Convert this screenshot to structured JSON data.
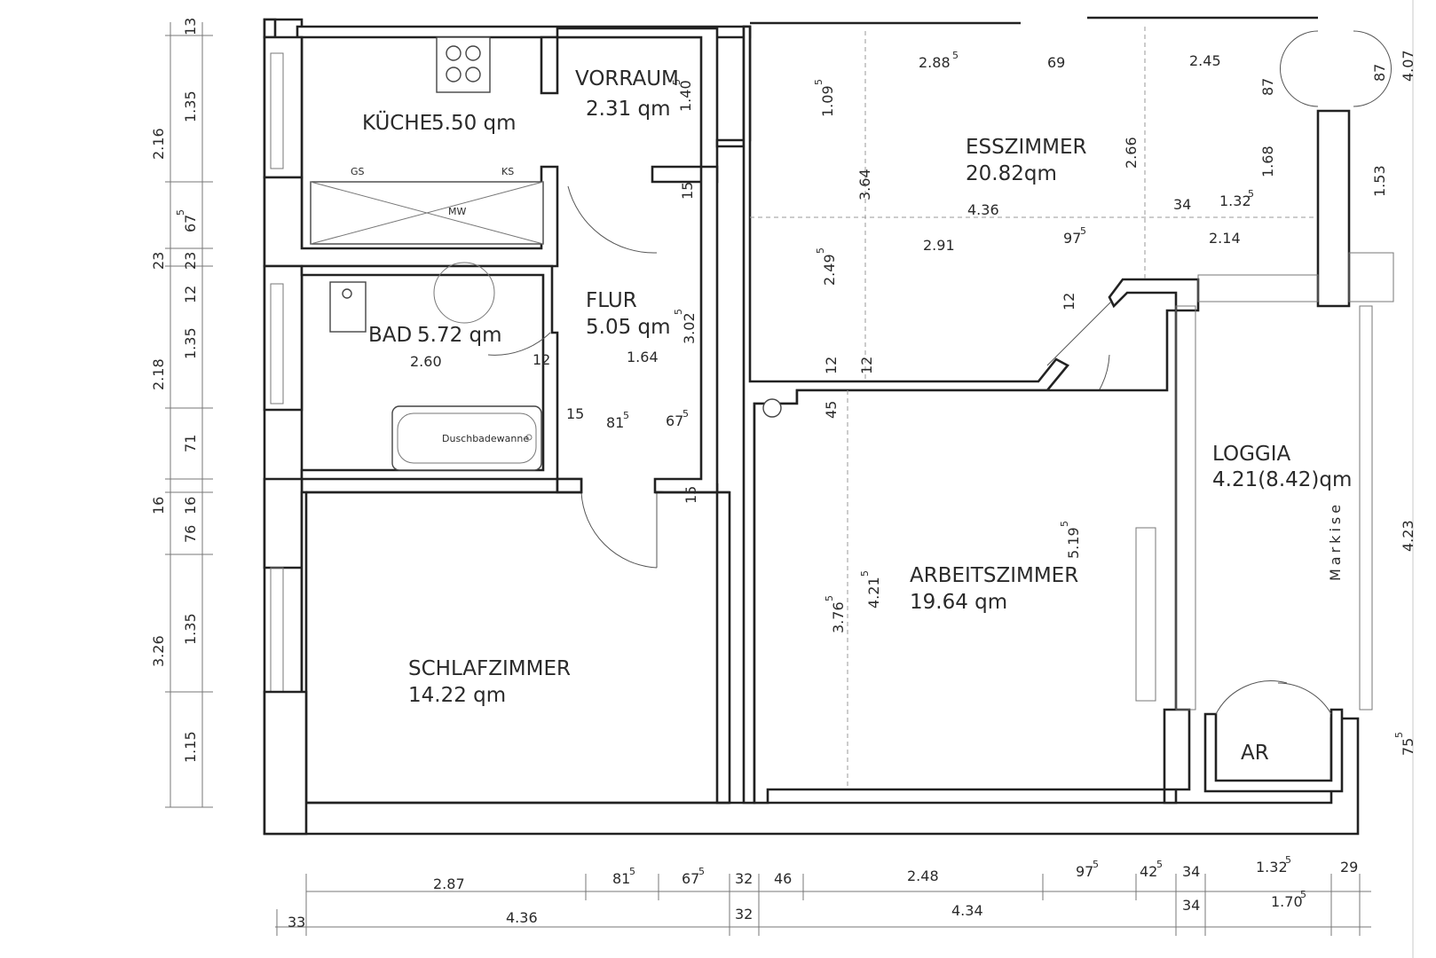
{
  "rooms": {
    "kueche": {
      "name": "KÜCHE",
      "area": "5.50 qm",
      "gs": "GS",
      "ks": "KS",
      "mw": "MW"
    },
    "vorraum": {
      "name": "VORRAUM",
      "area": "2.31 qm"
    },
    "bad": {
      "name": "BAD",
      "area": "5.72 qm",
      "tub": "Duschbadewanne"
    },
    "flur": {
      "name": "FLUR",
      "area": "5.05 qm"
    },
    "esszimmer": {
      "name": "ESSZIMMER",
      "area": "20.82qm"
    },
    "arbeitszimmer": {
      "name": "ARBEITSZIMMER",
      "area": "19.64 qm"
    },
    "schlafzimmer": {
      "name": "SCHLAFZIMMER",
      "area": "14.22 qm"
    },
    "loggia": {
      "name": "LOGGIA",
      "area": "4.21(8.42)qm",
      "markise": "Markise"
    },
    "ar": {
      "name": "AR"
    }
  },
  "dims": {
    "left": {
      "d13": "13",
      "d135a": "1.35",
      "d216": "2.16",
      "d675": "67",
      "d675s": "5",
      "d23a": "23",
      "d23b": "23",
      "d12": "12",
      "d135b": "1.35",
      "d218": "2.18",
      "d71": "71",
      "d16a": "16",
      "d16b": "16",
      "d76": "76",
      "d135c": "1.35",
      "d326": "3.26",
      "d115": "1.15"
    },
    "bottom": {
      "d287": "2.87",
      "d815": "81",
      "d815s": "5",
      "d675": "67",
      "d675s": "5",
      "d32a": "32",
      "d46": "46",
      "d248": "2.48",
      "d975": "97",
      "d975s": "5",
      "d425": "42",
      "d425s": "5",
      "d34a": "34",
      "d1325": "1.32",
      "d1325s": "5",
      "d29": "29",
      "d33": "33",
      "d436": "4.36",
      "d32b": "32",
      "d434": "4.34",
      "d34b": "34",
      "d1705": "1.70",
      "d1705s": "5"
    },
    "right": {
      "d87a": "87",
      "d407": "4.07",
      "d153": "1.53",
      "d423": "4.23",
      "d755": "75",
      "d755s": "5"
    },
    "inner": {
      "vor140": "1.40",
      "vor140s": "5",
      "flur15a": "15",
      "flur302": "3.02",
      "flur302s": "5",
      "flur164": "1.64",
      "flur15b": "15",
      "flur815": "81",
      "flur815s": "5",
      "flur675": "67",
      "flur675s": "5",
      "flur15c": "15",
      "bad260": "2.60",
      "bad12": "12",
      "e2885": "2.88",
      "e2885s": "5",
      "e69": "69",
      "e245": "2.45",
      "e87": "87",
      "e1095": "1.09",
      "e1095s": "5",
      "e364": "3.64",
      "e266": "2.66",
      "e168": "1.68",
      "e436": "4.36",
      "e34": "34",
      "e1325": "1.32",
      "e1325s": "5",
      "e2495": "2.49",
      "e2495s": "5",
      "e291": "2.91",
      "e975": "97",
      "e975s": "5",
      "e214": "2.14",
      "e12c": "12",
      "w12a": "12",
      "w12b": "12",
      "w45": "45",
      "a5195": "5.19",
      "a5195s": "5",
      "a3765": "3.76",
      "a3765s": "5",
      "a4215": "4.21",
      "a4215s": "5"
    }
  },
  "colors": {
    "wall": "#222222",
    "text": "#2a2a2a",
    "background": "#ffffff"
  }
}
